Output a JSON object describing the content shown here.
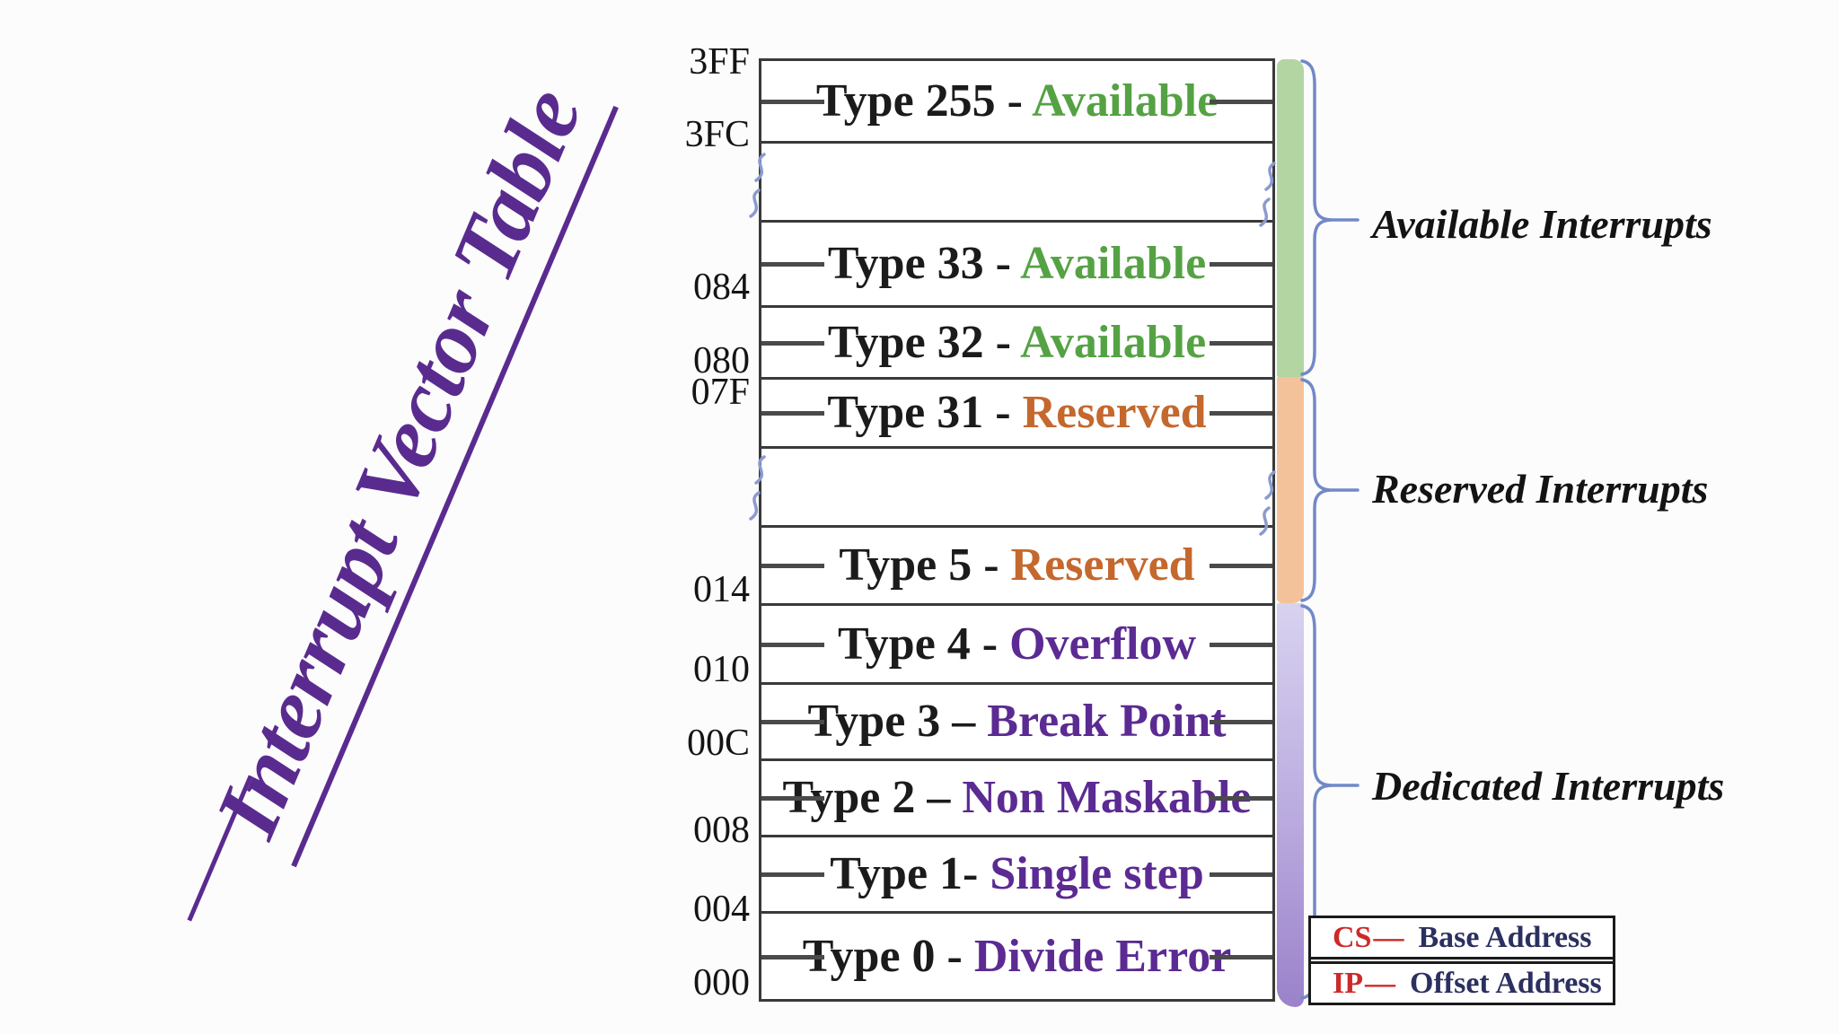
{
  "title": {
    "text": "Interrupt Vector Table"
  },
  "table": {
    "addresses": [
      "3FF",
      "3FC",
      "084",
      "080",
      "07F",
      "014",
      "010",
      "00C",
      "008",
      "004",
      "000"
    ],
    "rows": [
      {
        "label": "Type 255 - ",
        "status": "Available",
        "status_key": "available"
      },
      {
        "label": "",
        "status": "",
        "status_key": "break"
      },
      {
        "label": "Type 33 - ",
        "status": "Available",
        "status_key": "available"
      },
      {
        "label": "Type 32 - ",
        "status": "Available",
        "status_key": "available"
      },
      {
        "label": "Type 31 - ",
        "status": "Reserved",
        "status_key": "reserved"
      },
      {
        "label": "",
        "status": "",
        "status_key": "break"
      },
      {
        "label": "Type 5 - ",
        "status": "Reserved",
        "status_key": "reserved"
      },
      {
        "label": "Type 4 - ",
        "status": "Overflow",
        "status_key": "dedicated"
      },
      {
        "label": "Type 3 – ",
        "status": "Break Point",
        "status_key": "dedicated"
      },
      {
        "label": "Type 2 – ",
        "status": "Non Maskable",
        "status_key": "dedicated"
      },
      {
        "label": "Type 1- ",
        "status": "Single step",
        "status_key": "dedicated"
      },
      {
        "label": "Type 0 - ",
        "status": "Divide Error",
        "status_key": "dedicated"
      }
    ]
  },
  "groups": [
    {
      "label": "Available Interrupts"
    },
    {
      "label": "Reserved Interrupts"
    },
    {
      "label": "Dedicated Interrupts"
    }
  ],
  "legend": {
    "rows": [
      {
        "key": "CS",
        "dash": "—",
        "label": "Base Address"
      },
      {
        "key": "IP",
        "dash": "—",
        "label": "Offset Address"
      }
    ]
  },
  "colors": {
    "available": "#55a244",
    "reserved": "#c4682e",
    "dedicated": "#5b2a92",
    "title_purple": "#5a2b8f",
    "band_green": "#b3d5a2",
    "band_orange": "#f4c29a",
    "band_purple_top": "#d8d2f0",
    "band_purple_bottom": "#9b82ca",
    "brace_blue": "#7288c8",
    "legend_key_red": "#cc2a2a",
    "legend_label_navy": "#2b3060"
  }
}
